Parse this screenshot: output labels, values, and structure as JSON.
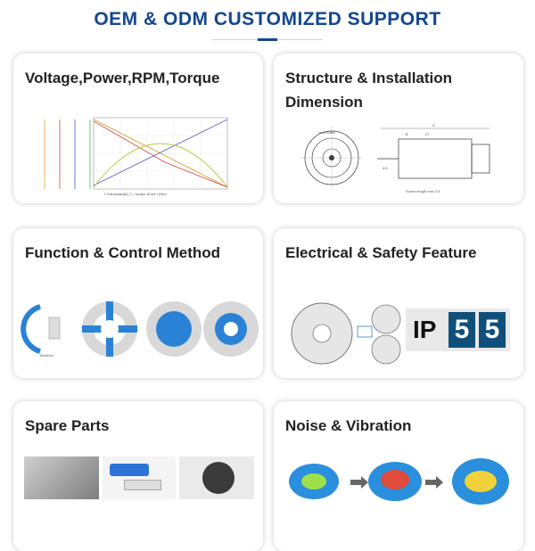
{
  "header": {
    "title": "OEM & ODM CUSTOMIZED SUPPORT"
  },
  "cards": [
    {
      "title": "Voltage,Power,RPM,Torque"
    },
    {
      "title": "Structure & Installation Dimension"
    },
    {
      "title": "Function & Control Method"
    },
    {
      "title": "Electrical & Safety Feature"
    },
    {
      "title": "Spare Parts"
    },
    {
      "title": "Noise & Vibration"
    }
  ],
  "chart_figure": {
    "xlabel": "I: intensidad(A) T_r torque at out t (Nm)"
  },
  "dimension_figure": {
    "vent_holes": "Vent holes",
    "screw_length": "Screw length max 3.5",
    "a": "A",
    "b": "B",
    "num_27": "27",
    "num_45": "4.5"
  },
  "control_figure": {
    "brushes": "Brushes"
  },
  "safety_figure": {
    "ip_label": "IP",
    "ip_digits": [
      "5",
      "5"
    ]
  },
  "accent": "#13468f"
}
